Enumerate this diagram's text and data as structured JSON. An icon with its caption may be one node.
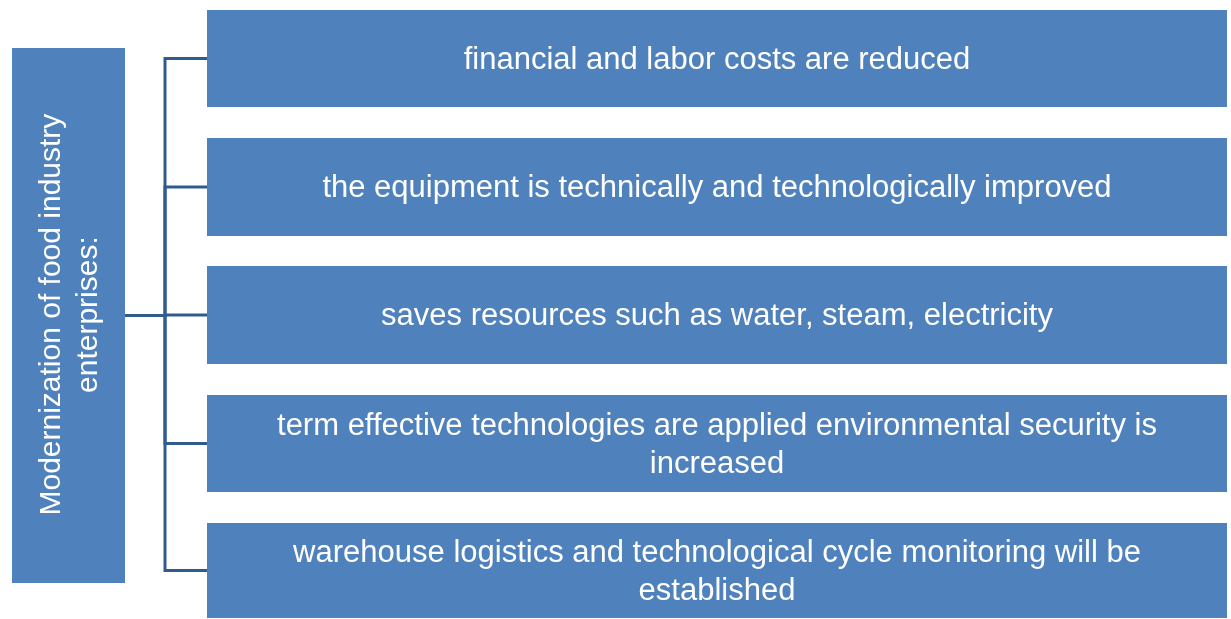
{
  "diagram": {
    "nodes": [
      {
        "text": [
          "Modernization of food industry enterprises:"
        ]
      },
      {
        "text": [
          "financial and labor costs are reduced"
        ]
      },
      {
        "text": [
          "the equipment is technically and technologically improved"
        ]
      },
      {
        "text": [
          "saves resources such as water, steam, electricity"
        ]
      },
      {
        "text": [
          "term effective technologies are applied environmental security is increased"
        ]
      },
      {
        "text": [
          "warehouse logistics and technological cycle monitoring will be established"
        ]
      }
    ],
    "edges": [
      {
        "from": 0,
        "to": 1,
        "arrow": "none"
      },
      {
        "from": 0,
        "to": 2,
        "arrow": "none"
      },
      {
        "from": 0,
        "to": 3,
        "arrow": "none"
      },
      {
        "from": 0,
        "to": 4,
        "arrow": "none"
      },
      {
        "from": 0,
        "to": 5,
        "arrow": "none"
      }
    ]
  }
}
